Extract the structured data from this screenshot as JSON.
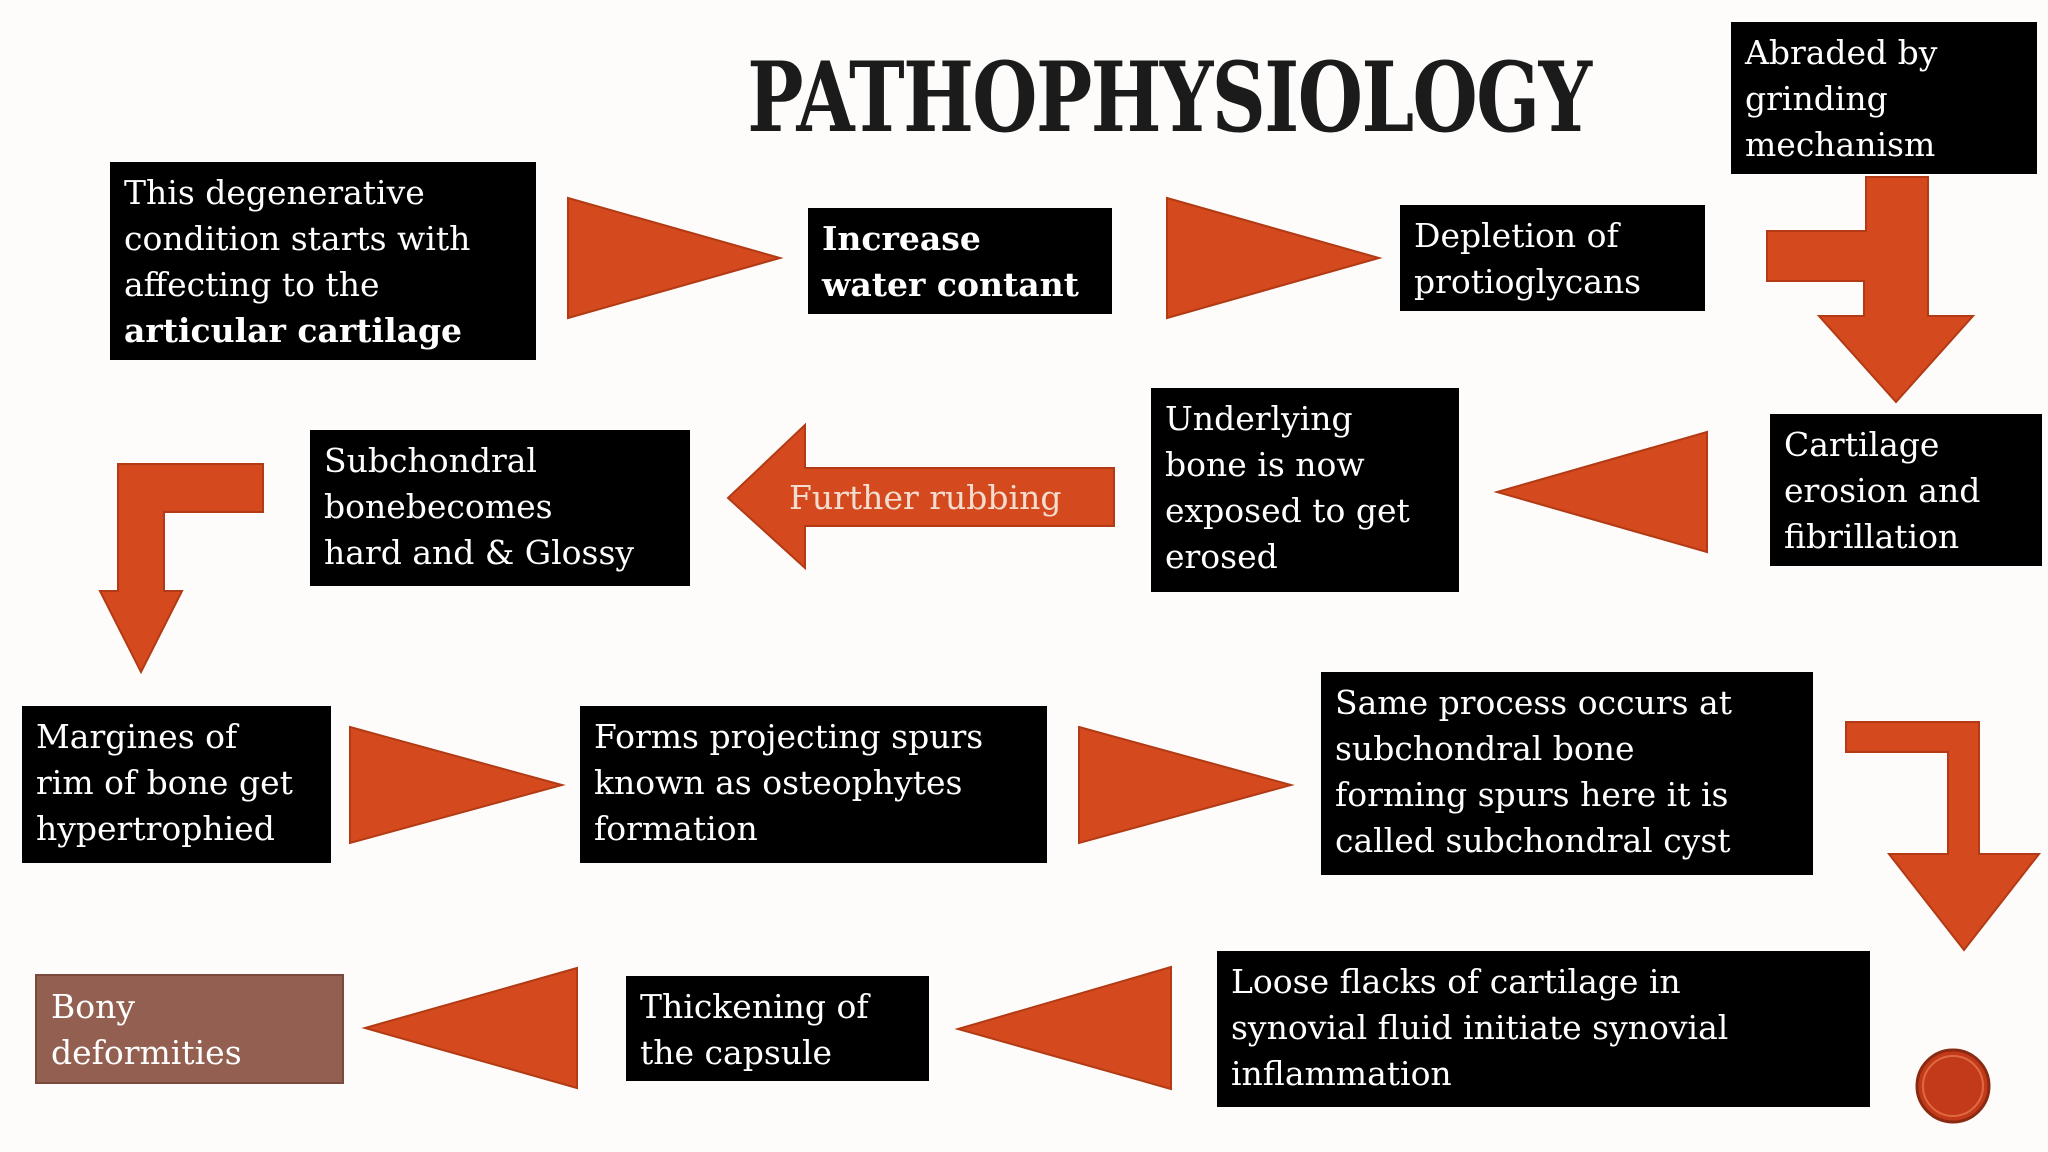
{
  "title": "PATHOPHYSIOLOGY",
  "colors": {
    "box_background": "#000000",
    "box_text": "#ffffff",
    "arrow": "#d44a1e",
    "final_box": "#935f50",
    "badge": "#c23a1a"
  },
  "boxes": {
    "degenerative": {
      "lines": [
        "This degenerative",
        "condition starts with",
        "affecting to the"
      ],
      "bold_line": "articular cartilage"
    },
    "water": {
      "lines": [
        "Increase",
        "water contant"
      ]
    },
    "depletion": {
      "lines": [
        "Depletion of",
        "protioglycans"
      ]
    },
    "abraded": {
      "lines": [
        "Abraded by",
        "grinding",
        "mechanism"
      ]
    },
    "cartilage_erosion": {
      "lines": [
        "Cartilage",
        "erosion and",
        "fibrillation"
      ]
    },
    "underlying": {
      "lines": [
        "Underlying",
        "bone is now",
        "exposed to get",
        "erosed"
      ]
    },
    "subchondral_hard": {
      "lines": [
        "Subchondral",
        "bonebecomes",
        "hard and & Glossy"
      ]
    },
    "margines": {
      "lines": [
        "Margines of",
        "rim of bone get",
        "hypertrophied"
      ]
    },
    "osteophytes": {
      "lines": [
        "Forms projecting spurs",
        "known as osteophytes",
        "formation"
      ]
    },
    "subchondral_cyst": {
      "lines": [
        "Same process occurs at",
        "subchondral bone",
        "forming spurs here it is",
        "called subchondral cyst"
      ]
    },
    "loose_flacks": {
      "lines": [
        "Loose flacks of cartilage in",
        "synovial fluid initiate synovial",
        "inflammation"
      ]
    },
    "thickening": {
      "lines": [
        "Thickening of",
        "the capsule"
      ]
    },
    "bony": {
      "lines": [
        "Bony",
        "deformities"
      ]
    }
  },
  "arrow_label": "Further rubbing"
}
